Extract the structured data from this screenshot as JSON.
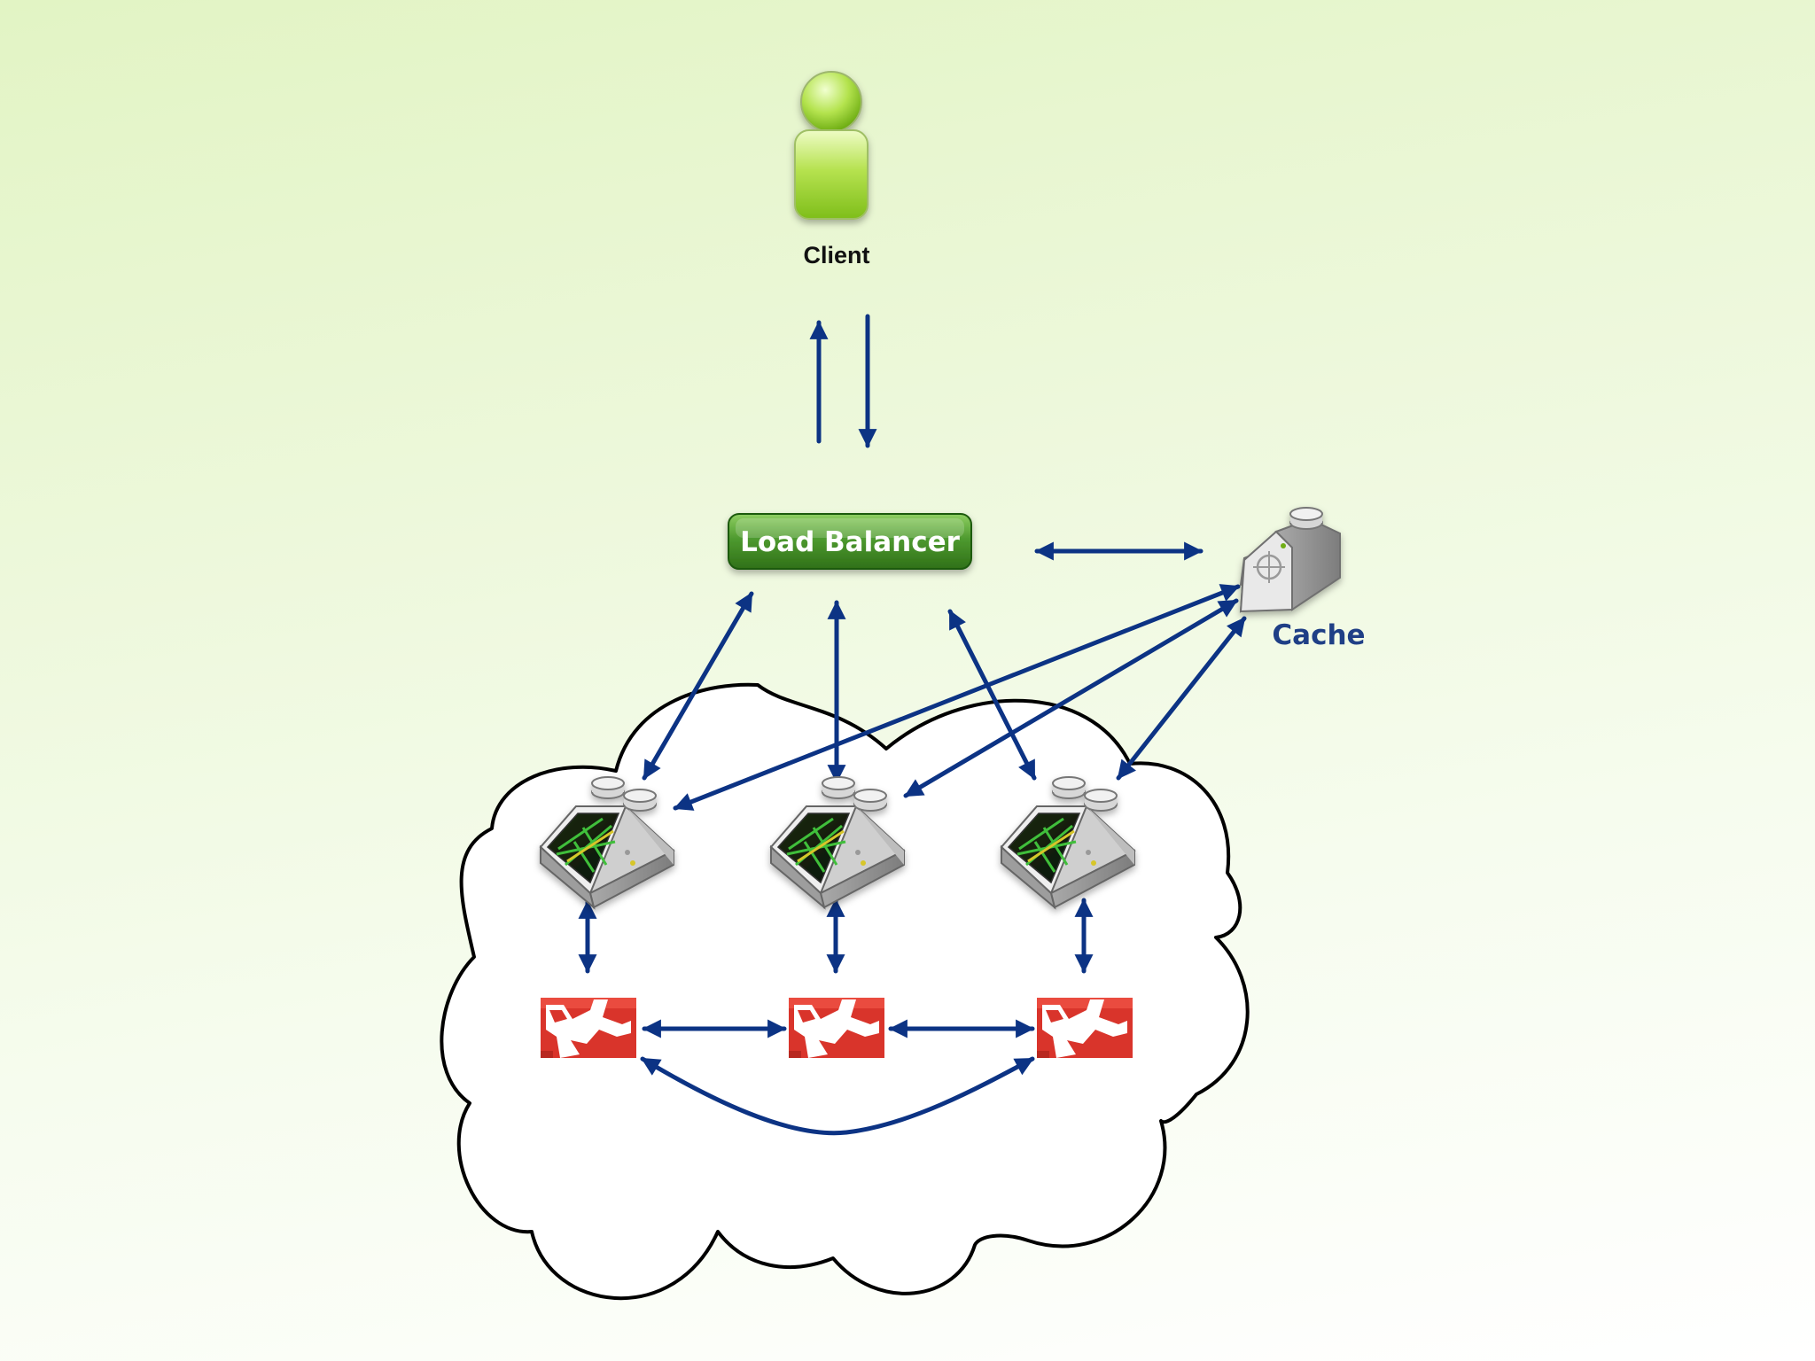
{
  "nodes": {
    "client": {
      "label": "Client"
    },
    "load_balancer": {
      "label": "Load Balancer"
    },
    "cache": {
      "label": "Cache"
    },
    "app_servers": [
      {
        "id": "app-server-1"
      },
      {
        "id": "app-server-2"
      },
      {
        "id": "app-server-3"
      }
    ],
    "databases": [
      {
        "id": "db-1"
      },
      {
        "id": "db-2"
      },
      {
        "id": "db-3"
      }
    ]
  },
  "colors": {
    "arrow": "#0c3384",
    "cloud_stroke": "#000000",
    "cloud_fill": "#ffffff",
    "client_green": "#8ccf2a",
    "lb_green": "#4f9a30",
    "cache_text": "#1f3f86",
    "db_red": "#d9342b"
  }
}
